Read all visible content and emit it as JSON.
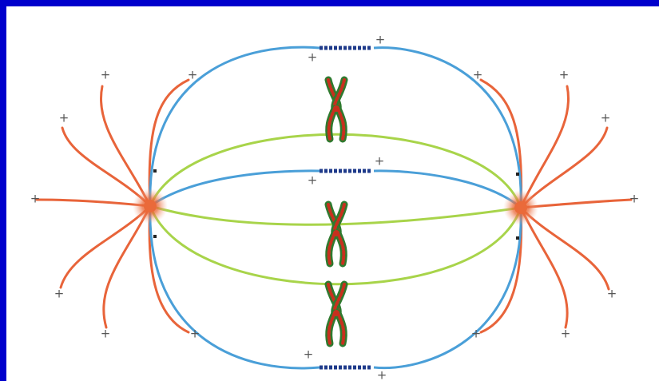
{
  "diagram": {
    "subject": "mitotic spindle (metaphase)",
    "colors": {
      "frame": "#0000cc",
      "background": "#ffffff",
      "astral_microtubule": "#e8643a",
      "kinetochore_microtubule": "#4a9fd8",
      "polar_microtubule": "#a8d44a",
      "centrosome": "#ea6a3a",
      "chromosome_red": "#c8301e",
      "chromosome_green": "#2f7a2f",
      "kinetochore": "#1e3a8a"
    },
    "plus_end_label": "+",
    "minus_end_label": "-",
    "components": [
      "centrosome-left",
      "centrosome-right",
      "astral-microtubules",
      "kinetochore-microtubules",
      "polar-microtubules",
      "chromosome-top",
      "chromosome-middle",
      "chromosome-bottom",
      "kinetochore-plates"
    ]
  }
}
